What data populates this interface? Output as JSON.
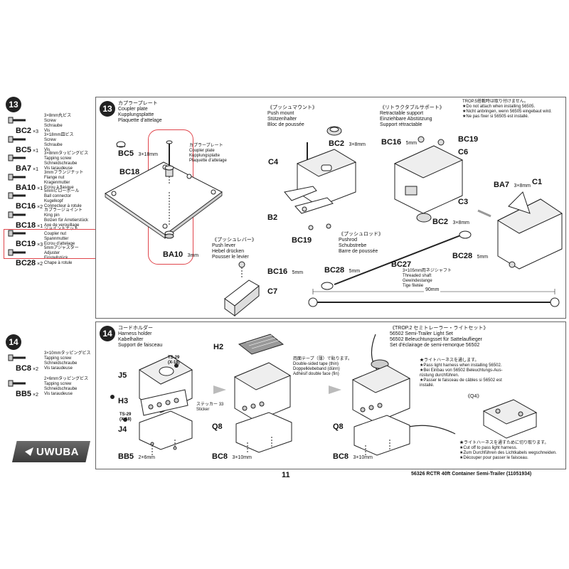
{
  "step13": {
    "number": "13",
    "parts": [
      {
        "code": "BC2",
        "qty": "×3",
        "lines": [
          "3×8mm丸ビス",
          "Screw",
          "Schraube",
          "Vis"
        ]
      },
      {
        "code": "BC5",
        "qty": "×1",
        "lines": [
          "3×18mm皿ビス",
          "Screw",
          "Schraube",
          "Vis"
        ]
      },
      {
        "code": "BA7",
        "qty": "×1",
        "lines": [
          "3×8mmタッピングビス",
          "Tapping screw",
          "Schneidschraube",
          "Vis taraudeuse"
        ]
      },
      {
        "code": "BA10",
        "qty": "×1",
        "lines": [
          "3mmフランジナット",
          "Flange nut",
          "Kragenmutter",
          "Ecrou à flasque"
        ]
      },
      {
        "code": "BC16",
        "qty": "×2",
        "lines": [
          "5mmピローボール",
          "Ball connector",
          "Kugelkopf",
          "Connecteur à rotule"
        ]
      },
      {
        "code": "BC18",
        "qty": "×1",
        "lines": [
          "カプラージョイント",
          "King pin",
          "Bolzen für Arretierstück",
          "Axe de verouillage"
        ]
      },
      {
        "code": "BC19",
        "qty": "×3",
        "lines": [
          "ジョイントナット",
          "Coupler nut",
          "Spannmutter",
          "Ecrou d'attelage"
        ]
      },
      {
        "code": "BC28",
        "qty": "×2",
        "lines": [
          "5mmアジャスター",
          "Adjuster",
          "Einstellstück",
          "Chape à rotule"
        ]
      }
    ],
    "coupler": {
      "title": [
        "カプラープレート",
        "Coupler plate",
        "Kupplungsplatte",
        "Plaquette d'attelage"
      ],
      "bc5": "BC5",
      "bc5_size": "3×18mm",
      "bc18": "BC18",
      "ba10": "BA10",
      "ba10_size": "3mm",
      "plate_label": [
        "カプラープレート",
        "Coupler plate",
        "Kupplungsplatte",
        "Plaquette d'attelage"
      ]
    },
    "push_mount": {
      "title": [
        "《プッシュマウント》",
        "Push mount",
        "Stützenhalter",
        "Bloc de poussée"
      ],
      "bc2": "BC2",
      "bc2_size": "3×8mm",
      "c4": "C4",
      "b2": "B2",
      "bc19": "BC19"
    },
    "retract": {
      "title": [
        "《リトラクタブルサポート》",
        "Retractable support",
        "Einziehbare Abstützung",
        "Support rétractable"
      ],
      "bc16": "BC16",
      "bc16_size": "5mm",
      "bc19": "BC19",
      "c6": "C6",
      "c3": "C3",
      "bc2": "BC2",
      "bc2_size": "3×8mm",
      "ba7": "BA7",
      "ba7_size": "3×8mm",
      "c1": "C1"
    },
    "trop_note": [
      "TROP.5搭載時は取り付けません。",
      "★Do not attach when installing 56505.",
      "★Nicht anbringen, wenn 56505 eingebaut wird.",
      "★Ne pas fixer si 56505 est installé."
    ],
    "push_lever": {
      "title": [
        "《プッシュレバー》",
        "Push lever",
        "Hebel drücken",
        "Pousser le levier"
      ],
      "bc16": "BC16",
      "bc16_size": "5mm",
      "c7": "C7"
    },
    "push_rod": {
      "title": [
        "《プッシュロッド》",
        "Pushrod",
        "Schubstrebe",
        "Barre de poussée"
      ],
      "bc28": "BC28",
      "bc28_size": "5mm",
      "bc27": "BC27",
      "bc27_lines": [
        "3×105mm両ネジシャフト",
        "Threaded shaft",
        "Gewindestange",
        "Tige filetée"
      ],
      "length": "90mm",
      "bc28b": "BC28",
      "bc28b_size": "5mm"
    }
  },
  "step14": {
    "number": "14",
    "parts": [
      {
        "code": "BC8",
        "qty": "×2",
        "lines": [
          "3×10mmタッピングビス",
          "Tapping screw",
          "Schneidschraube",
          "Vis taraudeuse"
        ]
      },
      {
        "code": "BB5",
        "qty": "×2",
        "lines": [
          "2×6mmタッピングビス",
          "Tapping screw",
          "Schneidschraube",
          "Vis taraudeuse"
        ]
      }
    ],
    "harness": {
      "title": [
        "コードホルダー",
        "Harness holder",
        "Kabelhalter",
        "Support de faisceau"
      ],
      "j5": "J5",
      "h3": "H3",
      "j4": "J4",
      "ts29a": "TS-29",
      "ts29a_sub": "(X-18)",
      "ts29b": "TS-29",
      "ts29b_sub": "(X-18)",
      "sticker": [
        "ステッカー",
        "Sticker"
      ],
      "sticker_num": "33",
      "bb5": "BB5",
      "bb5_size": "2×6mm"
    },
    "tape": {
      "h2": "H2",
      "q8": "Q8",
      "bc8": "BC8",
      "bc8_size": "3×10mm",
      "lines": [
        "両面テープ（薄）で貼ります。",
        "Double-sided tape (thin)",
        "Doppelklebeband (dünn)",
        "Adhésif double face (fin)"
      ]
    },
    "light": {
      "title": [
        "《TROP.2 セミトレーラー・ライトセット》",
        "56502 Semi-Trailer Light Set",
        "56502 Beleuchtungsset für Sattelauflieger",
        "Set d'éclairage de semi-remorque 56502"
      ],
      "notes": [
        "★ライトハーネスを通します。",
        "★Pass light harness when installing 56502.",
        "★Bei Einbau von 56502 Beleuchtungs-Aus-",
        "rüstung durchführen.",
        "★Passer le faisceau de câbles si 56502 est",
        "installé."
      ],
      "q8": "Q8",
      "bc8": "BC8",
      "bc8_size": "3×10mm"
    },
    "q4": {
      "title": "《Q4》",
      "notes": [
        "★ライトハーネスを通すために切り取ります。",
        "★Cut off to pass light harness.",
        "★Zum Durchführen des Lichtkabels wegschneiden.",
        "★Découper pour passer le faisceau."
      ]
    }
  },
  "logo": "UWUBA",
  "page_number": "11",
  "footer": "56326  RCTR 40ft Container Semi-Trailer (11051934)",
  "colors": {
    "highlight": "#e0464c",
    "ink": "#222222",
    "frame": "#666666"
  }
}
